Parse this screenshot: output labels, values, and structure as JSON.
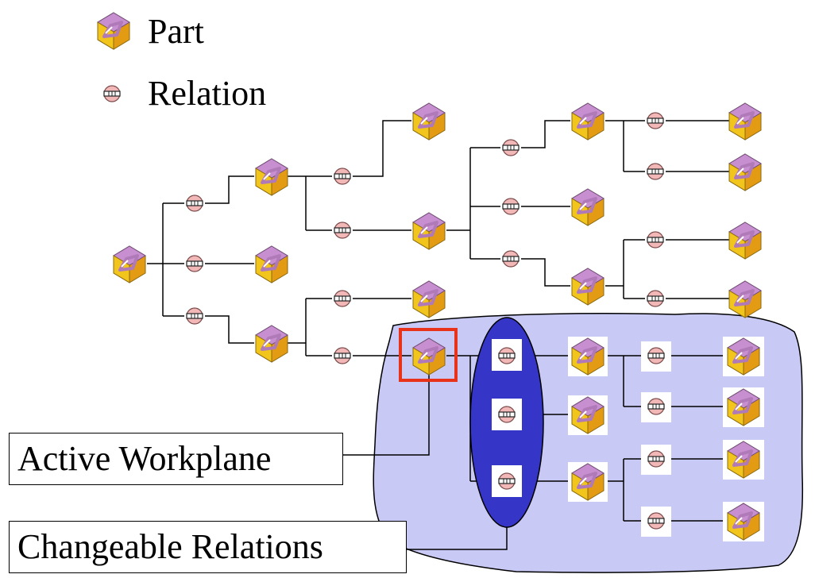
{
  "legend": {
    "part_label": "Part",
    "relation_label": "Relation",
    "part_icon": "part-cube-icon",
    "relation_icon": "relation-link-icon"
  },
  "callouts": {
    "active_workplane": "Active Workplane",
    "changeable_relations": "Changeable Relations"
  },
  "colors": {
    "region_fill": "#c9c9f5",
    "ellipse_fill": "#3535c8",
    "workplane_box": "#e8321a",
    "part_top": "#c78fd0",
    "part_front": "#f1c51b",
    "part_side": "#e39b14",
    "relation_fill": "#f2b8b8"
  }
}
